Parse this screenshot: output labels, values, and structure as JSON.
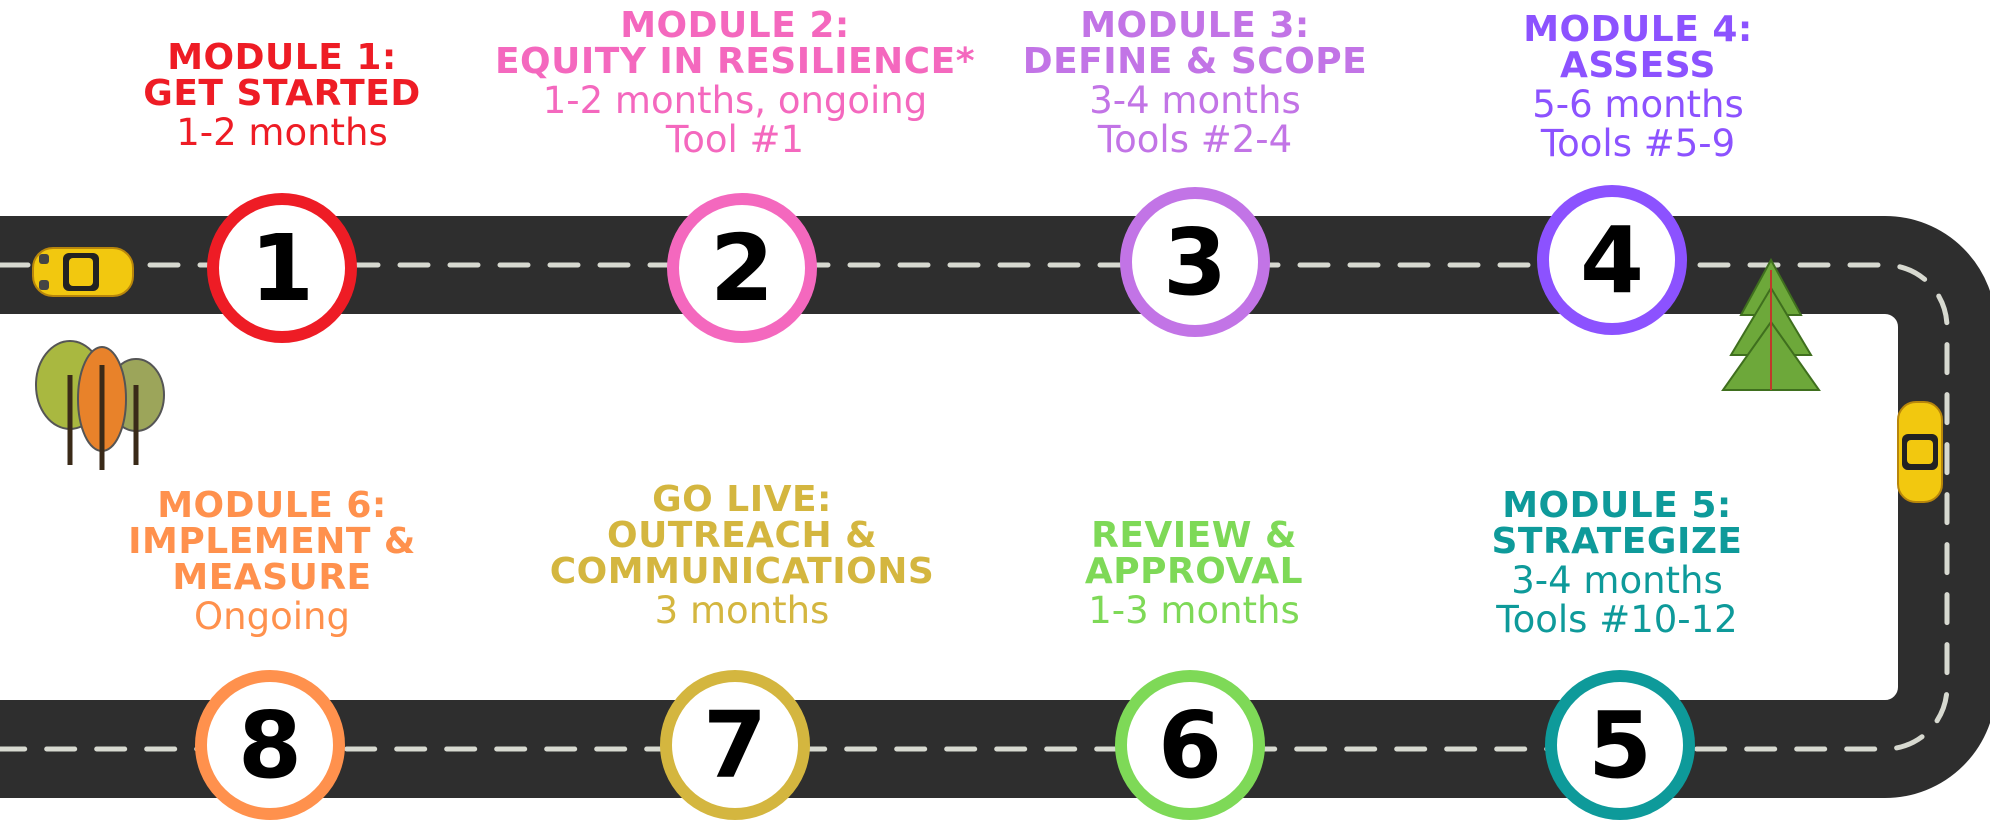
{
  "modules": [
    {
      "number": "1",
      "title": [
        "MODULE 1:",
        "GET STARTED"
      ],
      "subtitle": [
        "1-2 months"
      ],
      "color": "#EE1C25"
    },
    {
      "number": "2",
      "title": [
        "MODULE 2:",
        "EQUITY IN RESILIENCE*"
      ],
      "subtitle": [
        "1-2 months, ongoing",
        "Tool #1"
      ],
      "color": "#F468BE"
    },
    {
      "number": "3",
      "title": [
        "MODULE 3:",
        "DEFINE & SCOPE"
      ],
      "subtitle": [
        "3-4 months",
        "Tools #2-4"
      ],
      "color": "#C274E6"
    },
    {
      "number": "4",
      "title": [
        "MODULE 4:",
        "ASSESS"
      ],
      "subtitle": [
        "5-6 months",
        "Tools #5-9"
      ],
      "color": "#8C52FF"
    },
    {
      "number": "5",
      "title": [
        "MODULE 5:",
        "STRATEGIZE"
      ],
      "subtitle": [
        "3-4 months",
        "Tools #10-12"
      ],
      "color": "#0E9A9A"
    },
    {
      "number": "6",
      "title": [
        "REVIEW &",
        "APPROVAL"
      ],
      "subtitle": [
        "1-3 months"
      ],
      "color": "#7ED957"
    },
    {
      "number": "7",
      "title": [
        "GO LIVE:",
        "OUTREACH &",
        "COMMUNICATIONS"
      ],
      "subtitle": [
        "3 months"
      ],
      "color": "#D4B63F"
    },
    {
      "number": "8",
      "title": [
        "MODULE 6:",
        "IMPLEMENT &",
        "MEASURE"
      ],
      "subtitle": [
        "Ongoing"
      ],
      "color": "#FF914D"
    }
  ],
  "colors": {
    "road": "#2E2E2E",
    "lane": "#D7D9D0",
    "car": "#F2C80F"
  }
}
